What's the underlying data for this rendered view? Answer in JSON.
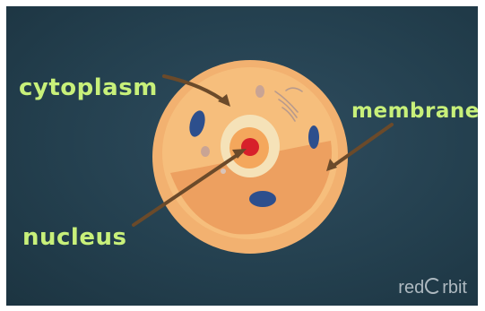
{
  "labels": {
    "cytoplasm": "cytoplasm",
    "membrane": "membrane",
    "nucleus": "nucleus"
  },
  "watermark": {
    "prefix": "red",
    "suffix": "rbit"
  },
  "colors": {
    "background": "#24404f",
    "label": "#c8f07a",
    "membrane": "#f2b170",
    "cytoplasm": "#f6be7c",
    "lower_region": "#eda060",
    "nucleus_ring": "#f5e2b8",
    "nucleolus": "#d7202a",
    "organelle_blue": "#2d4f8d",
    "arrow": "#6b4a2a"
  }
}
